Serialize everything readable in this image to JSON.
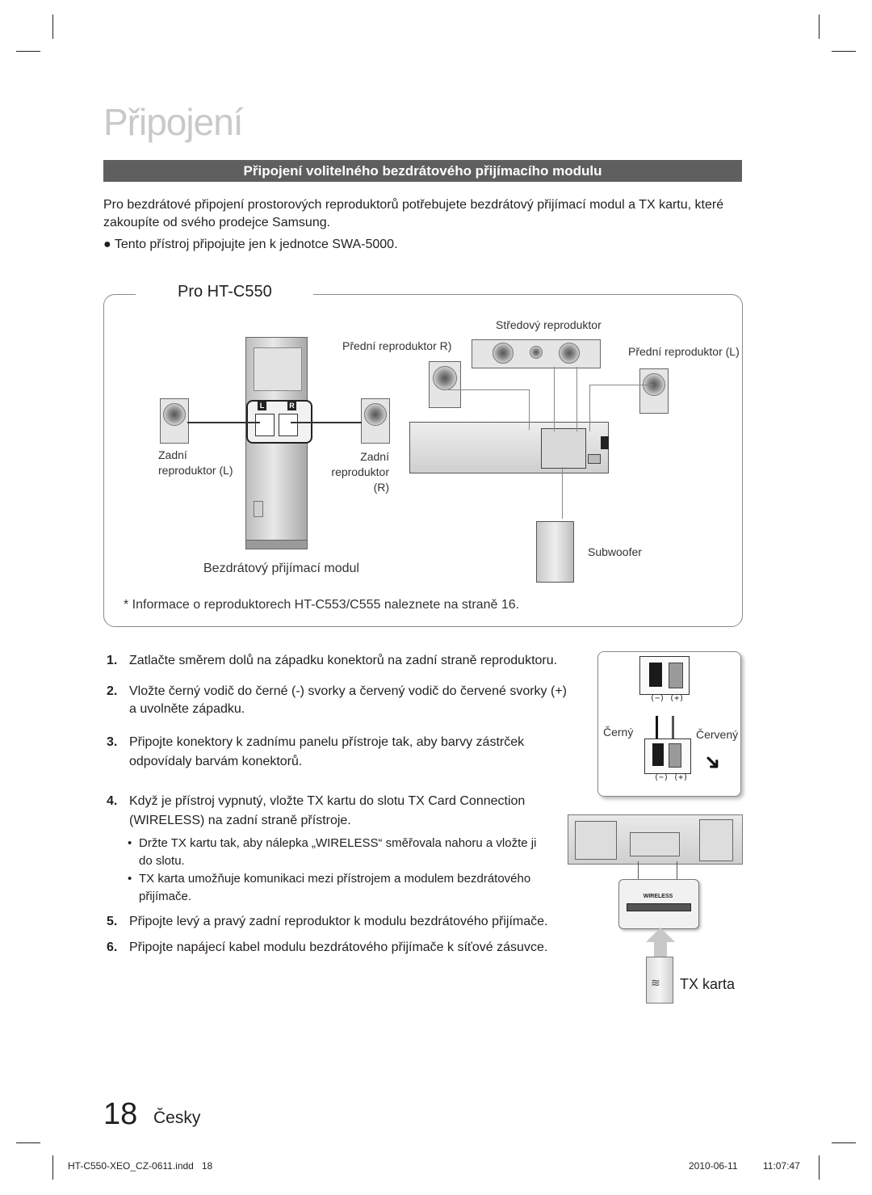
{
  "page": {
    "title": "Připojení",
    "section_title": "Připojení volitelného bezdrátového přijímacího modulu",
    "intro_line1": "Pro bezdrátové připojení prostorových reproduktorů potřebujete bezdrátový přijímací modul a TX kartu, které",
    "intro_line2": "zakoupíte od svého prodejce Samsung.",
    "bullet_intro": "● Tento přístroj připojujte jen k jednotce SWA-5000."
  },
  "diagram": {
    "model_label": "Pro HT-C550",
    "center_speaker": "Středový reproduktor",
    "front_r": "Přední reproduktor R)",
    "front_l": "Přední reproduktor (L)",
    "rear_l_1": "Zadní",
    "rear_l_2": "reproduktor (L)",
    "rear_r_1": "Zadní",
    "rear_r_2": "reproduktor",
    "rear_r_3": "(R)",
    "subwoofer": "Subwoofer",
    "module": "Bezdrátový přijímací modul",
    "footnote": "* Informace o reproduktorech HT-C553/C555 naleznete na straně 16.",
    "port_l": "L",
    "port_r": "R"
  },
  "steps": [
    {
      "num": "1.",
      "line1": "Zatlačte směrem dolů na západku konektorů na zadní straně reproduktoru."
    },
    {
      "num": "2.",
      "line1": "Vložte černý vodič do černé (-) svorky a červený vodič do červené svorky (+)",
      "line2": "a uvolněte západku."
    },
    {
      "num": "3.",
      "line1": "Připojte konektory k zadnímu panelu přístroje tak, aby barvy zástrček",
      "line2": "odpovídaly barvám konektorů."
    },
    {
      "num": "4.",
      "line1": "Když je přístroj vypnutý, vložte TX kartu do slotu TX Card Connection",
      "line2": "(WIRELESS) na zadní straně přístroje."
    },
    {
      "num": "5.",
      "line1": "Připojte levý a pravý zadní reproduktor k modulu bezdrátového přijímače."
    },
    {
      "num": "6.",
      "line1": "Připojte napájecí kabel modulu bezdrátového přijímače k síťové zásuvce."
    }
  ],
  "bullets": [
    {
      "line1": "Držte TX kartu tak, aby nálepka „WIRELESS“ směřovala nahoru a vložte ji",
      "line2": "do slotu."
    },
    {
      "line1": "TX karta umožňuje komunikaci mezi přístrojem a modulem bezdrátového",
      "line2": "přijímače."
    }
  ],
  "terminal_figure": {
    "black": "Černý",
    "red": "Červený",
    "polarity": "(−) (+)"
  },
  "card_figure": {
    "slot_label": "WIRELESS",
    "tx_card": "TX karta"
  },
  "footer": {
    "page_number": "18",
    "language": "Česky",
    "file": "HT-C550-XEO_CZ-0611.indd   18",
    "date": "2010-06-11",
    "time": "11:07:47"
  }
}
